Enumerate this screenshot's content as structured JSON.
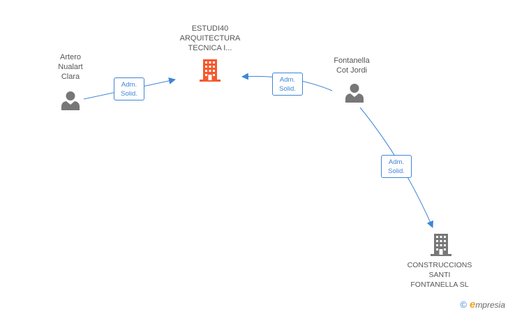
{
  "nodes": {
    "company_main": {
      "lines": [
        "ESTUDI40",
        "ARQUITECTURA",
        "TECNICA I..."
      ],
      "color": "#f4592d"
    },
    "company_second": {
      "lines": [
        "CONSTRUCCIONS",
        "SANTI",
        "FONTANELLA SL"
      ],
      "color": "#777777"
    },
    "person_artero": {
      "lines": [
        "Artero",
        "Nualart",
        "Clara"
      ]
    },
    "person_fontanella": {
      "lines": [
        "Fontanella",
        "Cot Jordi"
      ]
    }
  },
  "edges": [
    {
      "id": "artero_to_estudi",
      "lines": [
        "Adm.",
        "Solid."
      ]
    },
    {
      "id": "fontanella_to_estudi",
      "lines": [
        "Adm.",
        "Solid."
      ]
    },
    {
      "id": "fontanella_to_construccions",
      "lines": [
        "Adm.",
        "Solid."
      ]
    }
  ],
  "colors": {
    "edge": "#3f85d6",
    "person_icon": "#777777",
    "label_text": "#555555"
  },
  "icons": {
    "person": "person-icon",
    "building": "building-icon"
  },
  "branding": {
    "copyright": "©",
    "first_letter": "e",
    "rest": "mpresia"
  }
}
